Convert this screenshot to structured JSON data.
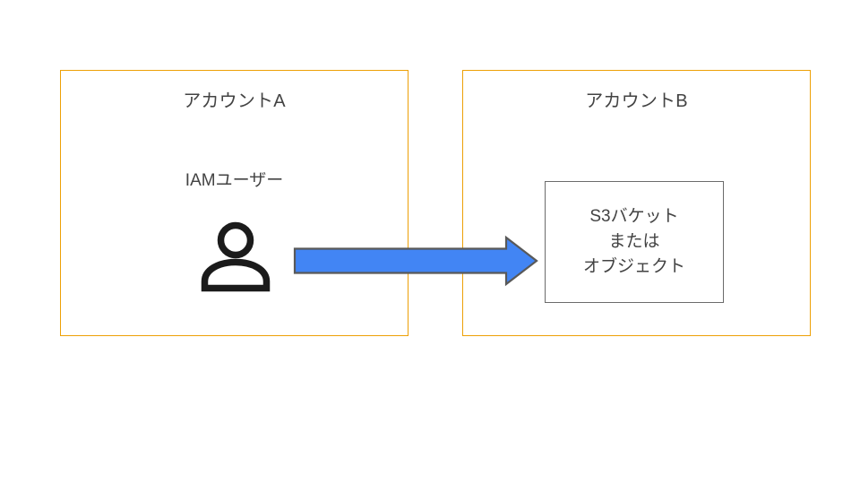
{
  "diagram": {
    "type": "architecture-flow",
    "background_color": "#ffffff",
    "accounts": [
      {
        "id": "account-a",
        "title": "アカウントA",
        "border_color": "#eda006",
        "contents": {
          "label": "IAMユーザー",
          "icon": "person-icon",
          "icon_color": "#1b1b1b"
        }
      },
      {
        "id": "account-b",
        "title": "アカウントB",
        "border_color": "#eda006",
        "resource_box": {
          "border_color": "#6b6b6b",
          "lines": [
            "S3バケット",
            "または",
            "オブジェクト"
          ]
        }
      }
    ],
    "arrow": {
      "name": "access-flow-arrow",
      "direction": "right",
      "from": "account-a",
      "to": "account-b",
      "fill_color": "#4285f4",
      "stroke_color": "#595959",
      "label": ""
    },
    "text_color": "#434343"
  }
}
